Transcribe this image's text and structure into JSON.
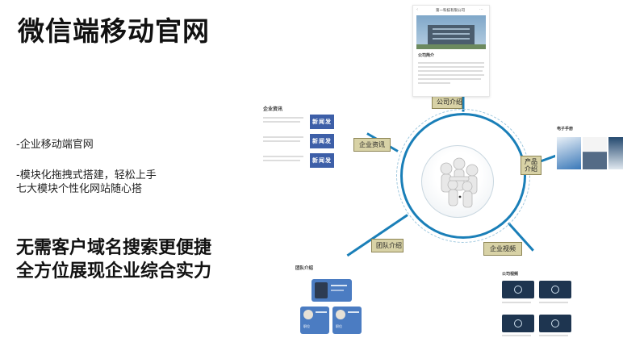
{
  "title": "微信端移动官网",
  "bullets": [
    "-企业移动端官网",
    "-模块化拖拽式搭建，轻松上手",
    "七大模块个性化网站随心搭"
  ],
  "slogans": [
    "无需客户域名搜索更便捷",
    "全方位展现企业综合实力"
  ],
  "tags": {
    "company": "公司介绍",
    "news": "企业资讯",
    "product": "产品\n介绍",
    "team": "团队介绍",
    "video": "企业视频"
  },
  "cards": {
    "company": {
      "header": "第一科技有限公司",
      "section": "公司简介"
    },
    "news": {
      "heading": "企业资讯",
      "thumb": "新闻发布"
    },
    "product": {
      "heading": "电子手册"
    },
    "team": {
      "heading": "团队介绍",
      "role1": "职位",
      "role2": "职位"
    },
    "video": {
      "heading": "公司视频"
    }
  },
  "colors": {
    "accent": "#1a7fb8",
    "tag_bg": "#d8d2a6",
    "news_thumb": "#3d5fa8"
  }
}
